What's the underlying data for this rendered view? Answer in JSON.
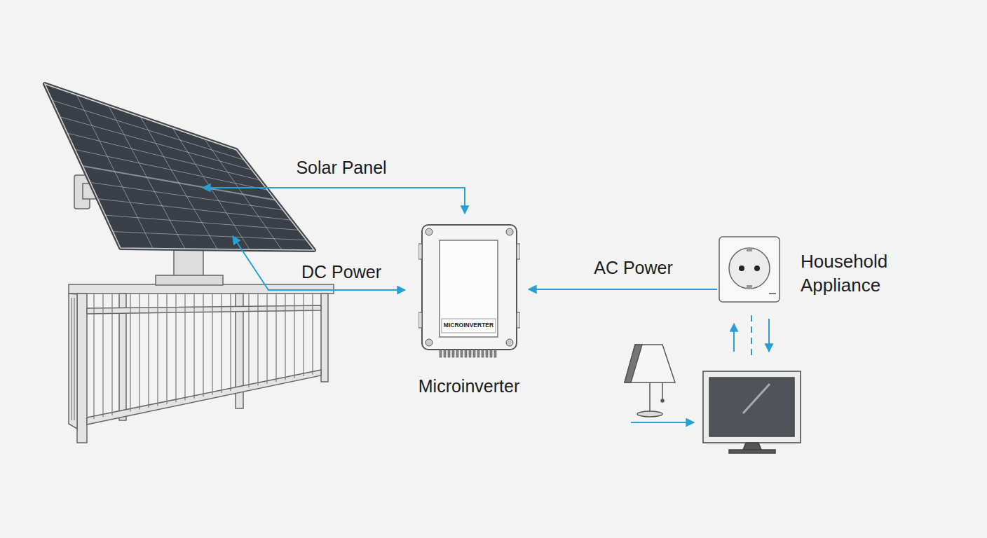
{
  "diagram": {
    "nodes": [
      {
        "text": [
          "MICROINVERTER",
          "Microinverter"
        ]
      },
      {
        "text": [
          "Household Appliance"
        ]
      }
    ],
    "edges": [
      {
        "from": 1,
        "to": 0,
        "arrow": "to",
        "label": "AC Power"
      }
    ],
    "labels": [
      "Solar Panel",
      "DC Power"
    ]
  }
}
